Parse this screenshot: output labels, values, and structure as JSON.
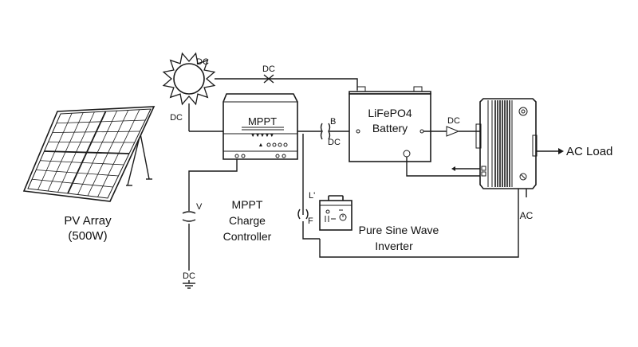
{
  "labels": {
    "pv_array": "PV Array",
    "pv_power": "(500W)",
    "mppt": "MPPT",
    "mppt_cc_1": "MPPT",
    "mppt_cc_2": "Charge",
    "mppt_cc_3": "Controller",
    "battery_1": "LiFePO4",
    "battery_2": "Battery",
    "dc_sun_left": "DC",
    "dc_top": "DC",
    "dc_mppt_out": "DC",
    "dc_batt_out": "DC",
    "dc_ground": "DC",
    "b": "B",
    "v": "V",
    "l_prime": "L'",
    "f": "F",
    "ac_load": "AC Load",
    "ac": "AC",
    "inverter_1": "Pure Sine Wave",
    "inverter_2": "Inverter",
    "mppt_indicators": "▼▼▼▼▼",
    "mppt_buttons": "▲"
  },
  "colors": {
    "stroke": "#1a1a1a",
    "background": "#ffffff",
    "panel_fill": "#ffffff"
  }
}
